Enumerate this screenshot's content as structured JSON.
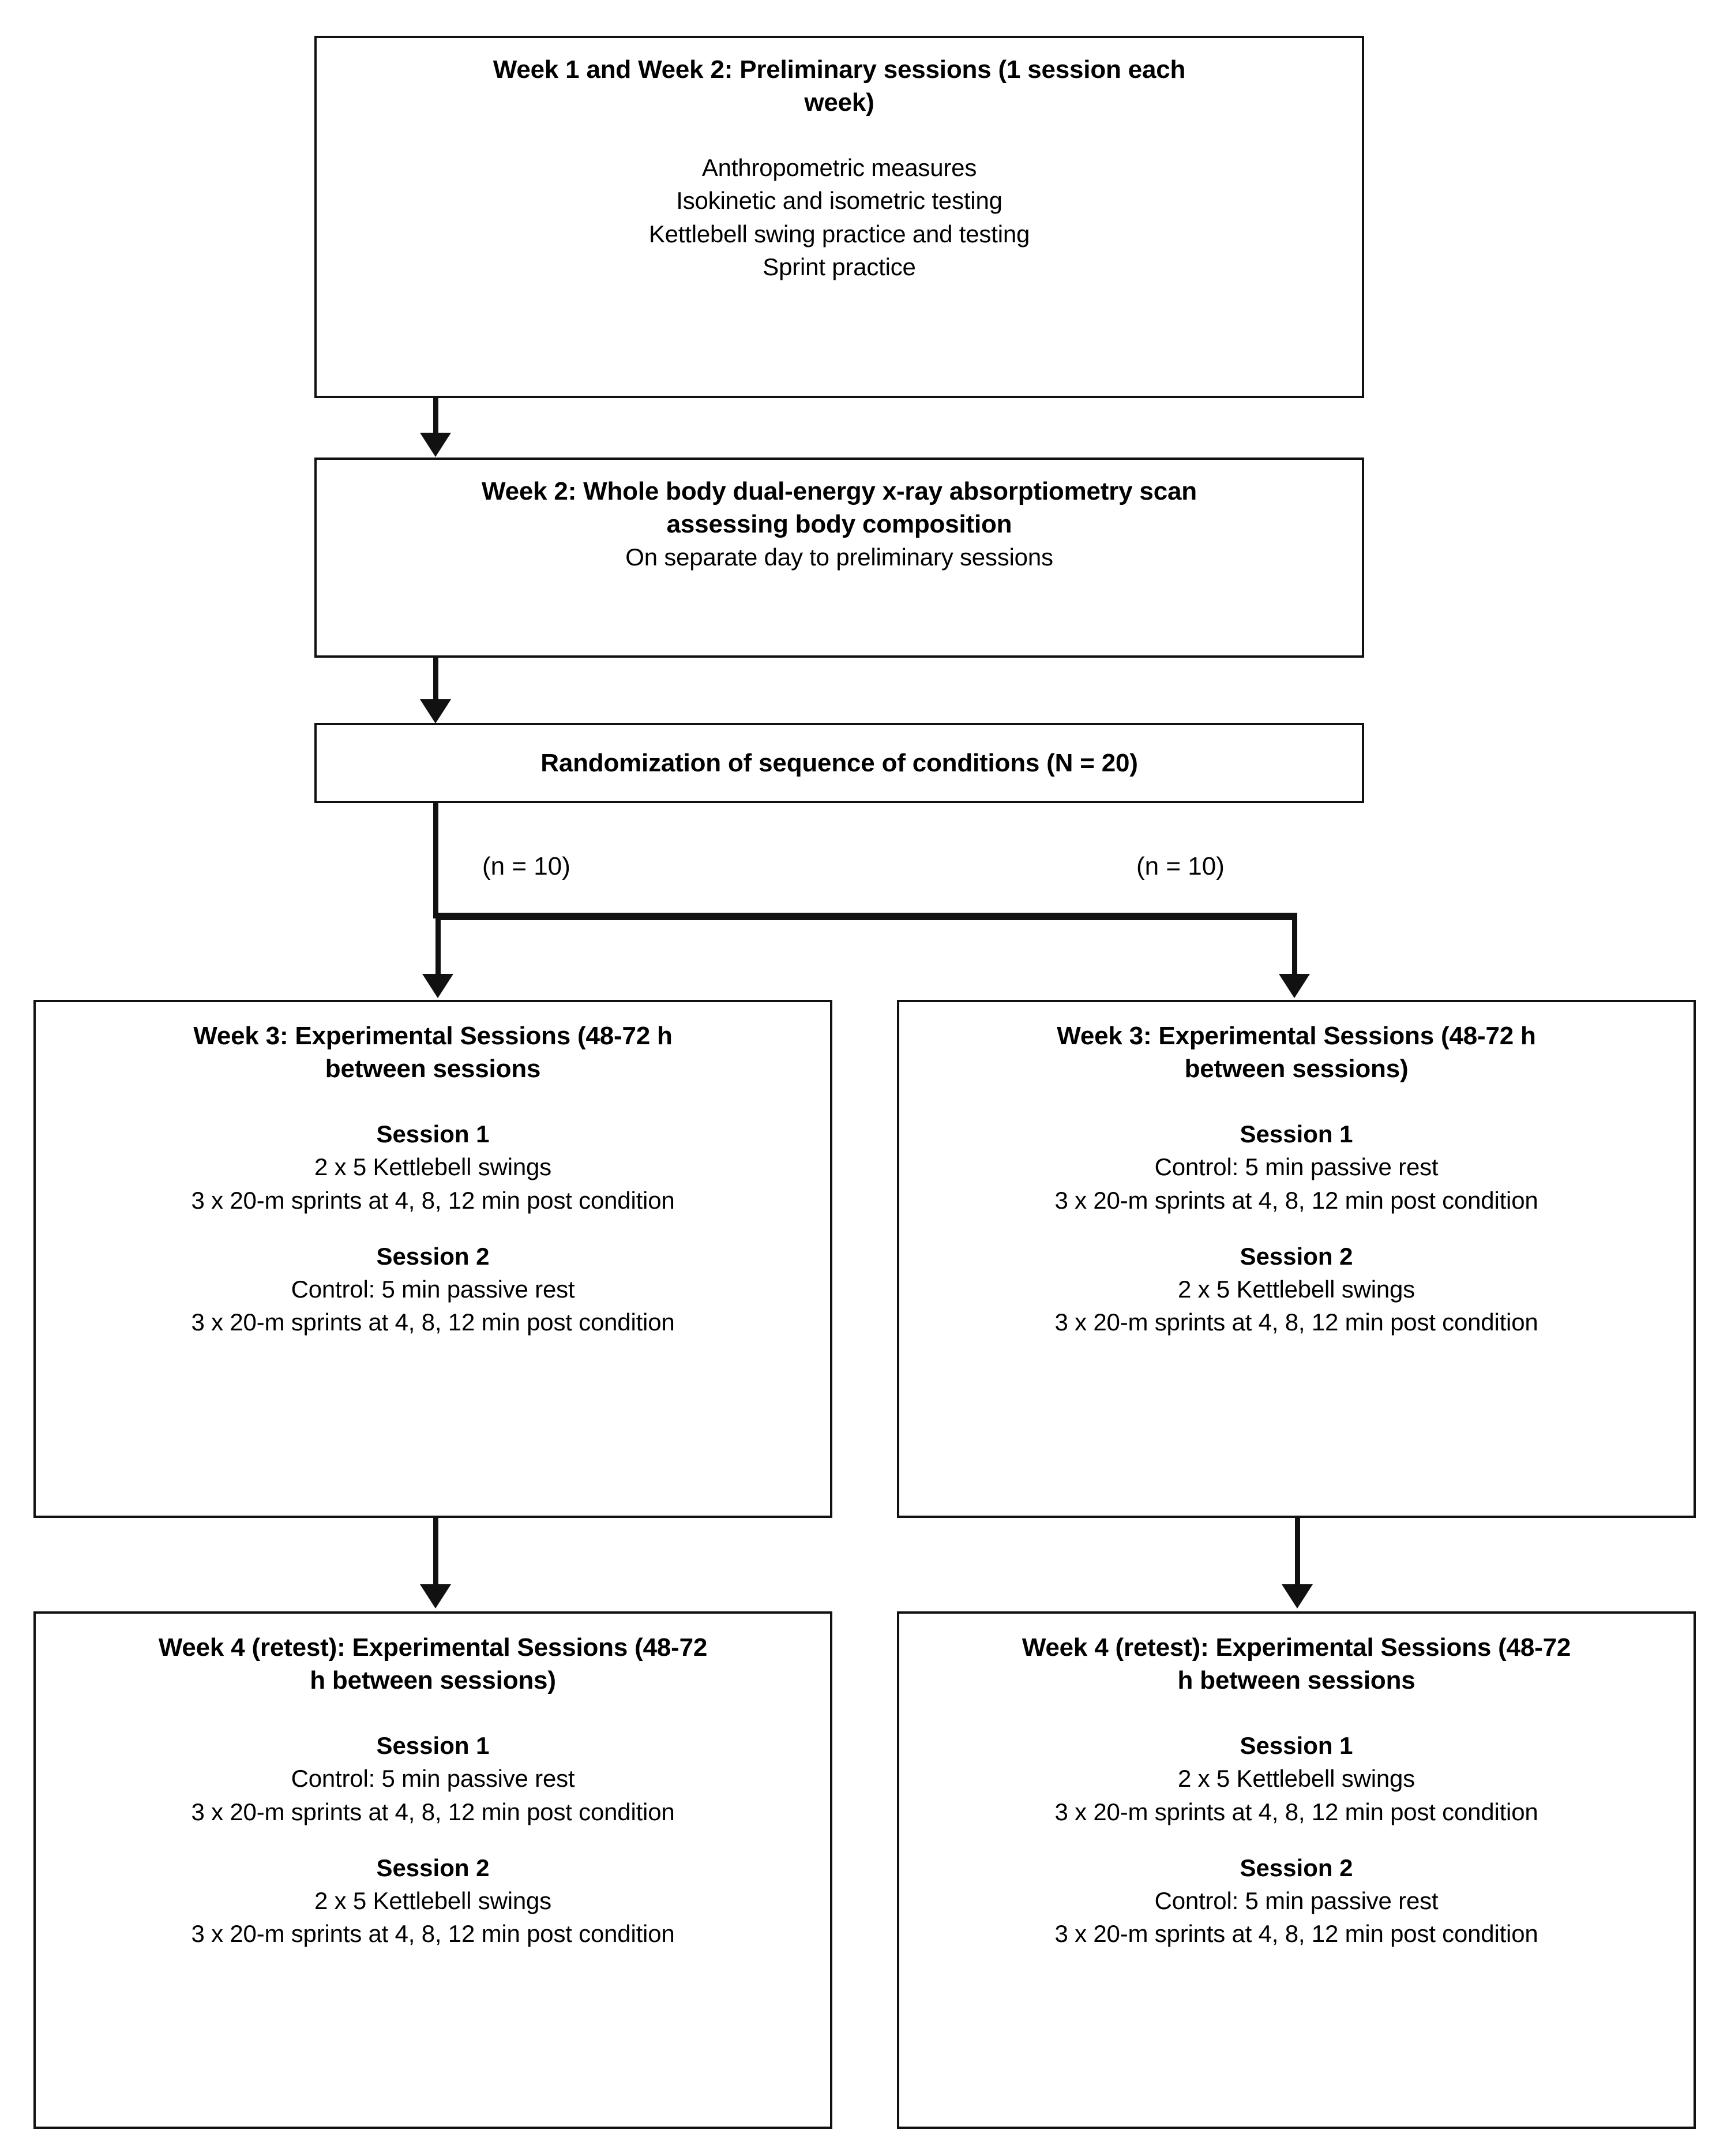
{
  "diagram": {
    "title": "Study design flowchart",
    "accent_color": "#111111",
    "background_color": "#ffffff"
  },
  "boxes": {
    "preliminary": {
      "header_line1": "Week 1 and Week 2: Preliminary sessions (1 session each",
      "header_line2": "week)",
      "items": [
        "Anthropometric measures",
        "Isokinetic and isometric testing",
        "Kettlebell  swing practice and testing",
        "Sprint practice"
      ]
    },
    "dxa": {
      "header_line1": "Week 2: Whole body dual-energy x-ray absorptiometry scan",
      "header_line2": "assessing body composition",
      "note": "On separate day to preliminary sessions"
    },
    "randomization": {
      "header": "Randomization of sequence of conditions (N = 20)"
    },
    "week3_left": {
      "header_line1": "Week 3: Experimental Sessions (48-72 h",
      "header_line2": "between sessions",
      "session1_label": "Session 1",
      "session1_line1": "2 x 5 Kettlebell swings",
      "session1_line2": "3 x 20-m sprints at 4, 8, 12 min post condition",
      "session2_label": "Session 2",
      "session2_line1": "Control: 5 min passive rest",
      "session2_line2": "3 x 20-m sprints at 4, 8, 12 min post condition"
    },
    "week3_right": {
      "header_line1": "Week 3: Experimental Sessions (48-72 h",
      "header_line2": "between sessions)",
      "session1_label": "Session 1",
      "session1_line1": "Control: 5 min passive rest",
      "session1_line2": "3 x 20-m sprints at 4, 8, 12 min post condition",
      "session2_label": "Session 2",
      "session2_line1": "2 x 5 Kettlebell swings",
      "session2_line2": "3 x 20-m sprints at 4, 8, 12 min post condition"
    },
    "week4_left": {
      "header_line1": "Week 4 (retest): Experimental Sessions (48-72",
      "header_line2": "h between sessions)",
      "session1_label": "Session 1",
      "session1_line1": "Control: 5 min passive rest",
      "session1_line2": "3 x 20-m sprints at 4, 8, 12 min post condition",
      "session2_label": "Session 2",
      "session2_line1": "2 x 5 Kettlebell swings",
      "session2_line2": "3 x 20-m sprints at 4, 8, 12 min post condition"
    },
    "week4_right": {
      "header_line1": "Week 4 (retest): Experimental Sessions (48-72",
      "header_line2": "h between sessions",
      "session1_label": "Session 1",
      "session1_line1": "2 x 5 Kettlebell swings",
      "session1_line2": "3 x 20-m sprints at 4, 8, 12 min post condition",
      "session2_label": "Session 2",
      "session2_line1": "Control: 5 min passive rest",
      "session2_line2": "3 x 20-m sprints at 4, 8, 12 min post condition"
    }
  },
  "connectors": {
    "n_left_label": "(n = 10)",
    "n_right_label": "(n = 10)"
  }
}
